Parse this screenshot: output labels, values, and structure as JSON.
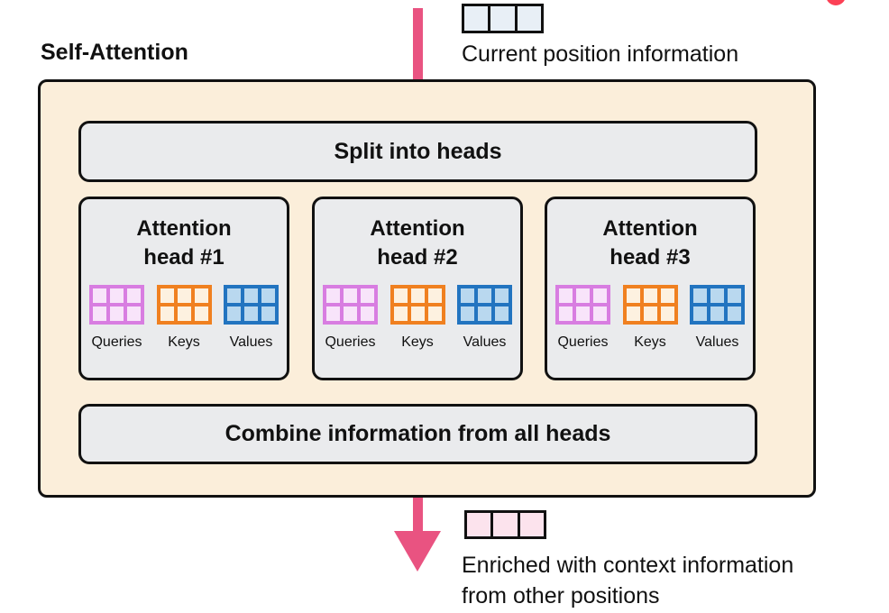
{
  "header": {
    "diagram_title": "Self-Attention",
    "input_caption": "Current position information"
  },
  "attention_block": {
    "split_label": "Split into heads",
    "combine_label": "Combine information from all heads",
    "heads": [
      {
        "title_line1": "Attention",
        "title_line2": "head #1",
        "matrix_labels": [
          "Queries",
          "Keys",
          "Values"
        ]
      },
      {
        "title_line1": "Attention",
        "title_line2": "head #2",
        "matrix_labels": [
          "Queries",
          "Keys",
          "Values"
        ]
      },
      {
        "title_line1": "Attention",
        "title_line2": "head #3",
        "matrix_labels": [
          "Queries",
          "Keys",
          "Values"
        ]
      }
    ]
  },
  "footer": {
    "output_caption_line1": "Enriched with context information",
    "output_caption_line2": "from other positions"
  },
  "colors": {
    "block_fill": "#fbeeda",
    "block_border": "#111111",
    "inner_fill": "#eaebed",
    "queries_border": "#d87de1",
    "queries_fill": "#f8e4fa",
    "keys_border": "#f08020",
    "keys_fill": "#fdf1e0",
    "values_border": "#2274c0",
    "values_fill": "#b9d8ef",
    "input_token_fill": "#e8eff6",
    "output_token_fill": "#fce3ed",
    "arrow_pink": "#e95381",
    "red_dot": "#fc4055",
    "text": "#111111"
  }
}
